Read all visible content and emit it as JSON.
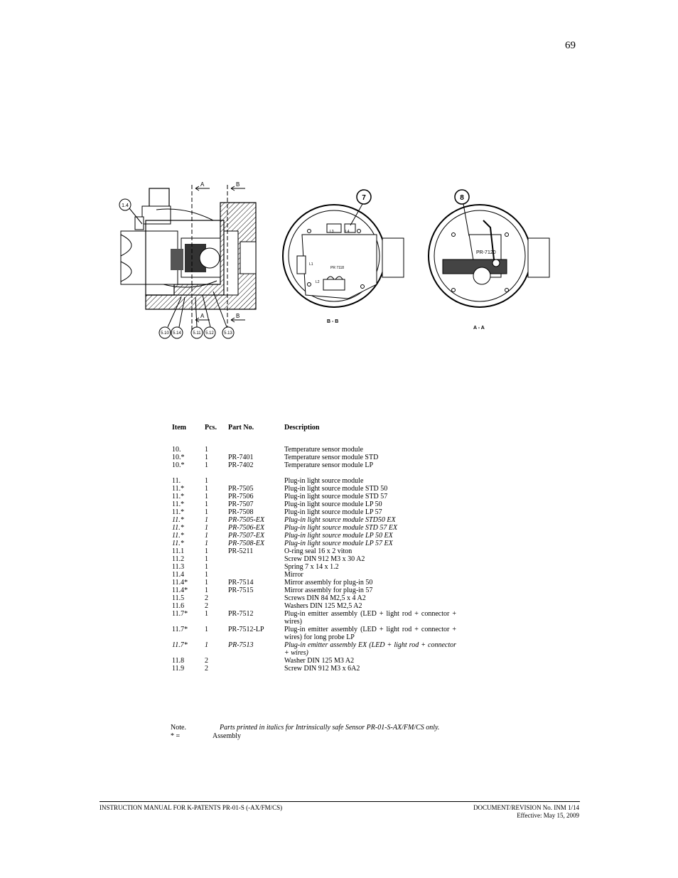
{
  "page_number": "69",
  "figure": {
    "section_labels": [
      "A",
      "B",
      "A",
      "B"
    ],
    "callouts_left": [
      "1.4",
      "5.10",
      "5.14",
      "5.11",
      "5.12",
      "5.13"
    ],
    "callout_bb": "7",
    "callout_aa": "8",
    "board_bb": "PR 7118",
    "board_aa": "PR-7120",
    "board_bb_marks": [
      "L1",
      "L2",
      "L3",
      "L4"
    ],
    "caption_bb": "B - B",
    "caption_aa": "A - A"
  },
  "table": {
    "headers": {
      "item": "Item",
      "pcs": "Pcs.",
      "part": "Part No.",
      "desc": "Description"
    },
    "rows": [
      {
        "item": "10.",
        "pcs": "1",
        "part": "",
        "desc": "Temperature sensor module",
        "italic": false
      },
      {
        "item": "10.*",
        "pcs": "1",
        "part": "PR-7401",
        "desc": "Temperature sensor module STD",
        "italic": false
      },
      {
        "item": "10.*",
        "pcs": "1",
        "part": "PR-7402",
        "desc": "Temperature sensor module LP",
        "italic": false
      },
      {
        "spacer": true
      },
      {
        "item": "11.",
        "pcs": "1",
        "part": "",
        "desc": "Plug-in light source module",
        "italic": false
      },
      {
        "item": "11.*",
        "pcs": "1",
        "part": "PR-7505",
        "desc": "Plug-in light source module STD 50",
        "italic": false
      },
      {
        "item": "11.*",
        "pcs": "1",
        "part": "PR-7506",
        "desc": "Plug-in light source module STD 57",
        "italic": false
      },
      {
        "item": "11.*",
        "pcs": "1",
        "part": "PR-7507",
        "desc": "Plug-in light source module LP 50",
        "italic": false
      },
      {
        "item": "11.*",
        "pcs": "1",
        "part": "PR-7508",
        "desc": "Plug-in light source module LP 57",
        "italic": false
      },
      {
        "item": "11.*",
        "pcs": "1",
        "part": "PR-7505-EX",
        "desc": "Plug-in light source module STD50 EX",
        "italic": true
      },
      {
        "item": "11.*",
        "pcs": "1",
        "part": "PR-7506-EX",
        "desc": "Plug-in light source module STD 57 EX",
        "italic": true
      },
      {
        "item": "11.*",
        "pcs": "1",
        "part": "PR-7507-EX",
        "desc": "Plug-in light source module LP 50 EX",
        "italic": true
      },
      {
        "item": "11.*",
        "pcs": "1",
        "part": "PR-7508-EX",
        "desc": "Plug-in light source module LP 57 EX",
        "italic": true
      },
      {
        "item": "11.1",
        "pcs": "1",
        "part": "PR-5211",
        "desc": "O-ring seal 16 x 2 viton",
        "italic": false
      },
      {
        "item": "11.2",
        "pcs": "1",
        "part": "",
        "desc": "Screw DIN 912 M3 x 30 A2",
        "italic": false
      },
      {
        "item": "11.3",
        "pcs": "1",
        "part": "",
        "desc": "Spring 7 x 14 x 1.2",
        "italic": false
      },
      {
        "item": "11.4",
        "pcs": "1",
        "part": "",
        "desc": "Mirror",
        "italic": false
      },
      {
        "item": "11.4*",
        "pcs": "1",
        "part": "PR-7514",
        "desc": "Mirror assembly for plug-in 50",
        "italic": false
      },
      {
        "item": "11.4*",
        "pcs": "1",
        "part": "PR-7515",
        "desc": "Mirror assembly for plug-in 57",
        "italic": false
      },
      {
        "item": "11.5",
        "pcs": "2",
        "part": "",
        "desc": "Screws DIN 84 M2,5 x 4 A2",
        "italic": false
      },
      {
        "item": "11.6",
        "pcs": "2",
        "part": "",
        "desc": "Washers DIN 125 M2,5 A2",
        "italic": false
      },
      {
        "item": "11.7*",
        "pcs": "1",
        "part": "PR-7512",
        "desc": "Plug-in emitter assembly (LED + light rod + connector + wires)",
        "italic": false
      },
      {
        "item": "11.7*",
        "pcs": "1",
        "part": "PR-7512-LP",
        "desc": "Plug-in emitter assembly (LED + light rod + connector + wires) for long probe LP",
        "italic": false
      },
      {
        "item": "11.7*",
        "pcs": "1",
        "part": "PR-7513",
        "desc": "Plug-in emitter assembly EX (LED + light rod + connector + wires)",
        "italic": true
      },
      {
        "item": "11.8",
        "pcs": "2",
        "part": "",
        "desc": "Washer DIN 125 M3 A2",
        "italic": false
      },
      {
        "item": "11.9",
        "pcs": "2",
        "part": "",
        "desc": "Screw DIN 912 M3 x 6A2",
        "italic": false
      }
    ]
  },
  "notes": {
    "note_label": "Note.",
    "note_text": "Parts printed in italics for Intrinsically safe Sensor PR-01-S-AX/FM/CS only.",
    "star_label": "* =",
    "star_text": "Assembly"
  },
  "footer": {
    "left": "INSTRUCTION MANUAL FOR K-PATENTS PR-01-S (-AX/FM/CS)",
    "right_line1": "DOCUMENT/REVISION No. INM 1/14",
    "right_line2": "Effective: May 15, 2009"
  }
}
